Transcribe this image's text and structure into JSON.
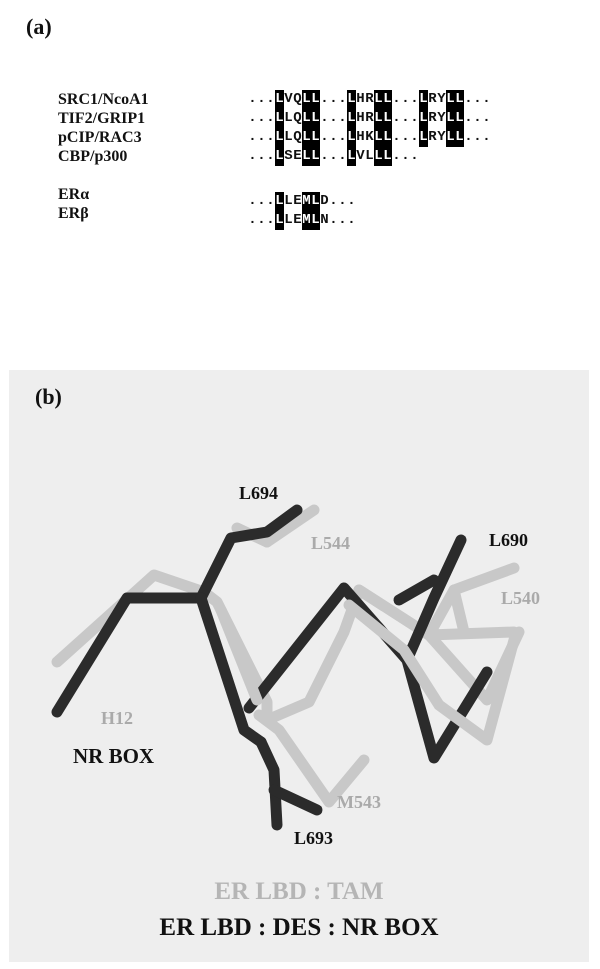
{
  "panel_a": {
    "label": "(a)",
    "rows": [
      {
        "name": "SRC1/NcoA1",
        "seq": "...LVQLL...LHRLL...LRYLL...",
        "hl": [
          3,
          6,
          7,
          11,
          14,
          15,
          19,
          22,
          23
        ]
      },
      {
        "name": "TIF2/GRIP1",
        "seq": "...LLQLL...LHRLL...LRYLL...",
        "hl": [
          3,
          6,
          7,
          11,
          14,
          15,
          19,
          22,
          23
        ]
      },
      {
        "name": "pCIP/RAC3",
        "seq": "...LLQLL...LHKLL...LRYLL...",
        "hl": [
          3,
          6,
          7,
          11,
          14,
          15,
          19,
          22,
          23
        ]
      },
      {
        "name": "CBP/p300",
        "seq": "...LSELL...LVLLL...",
        "hl": [
          3,
          6,
          7,
          11,
          14,
          15
        ]
      }
    ],
    "er_rows": [
      {
        "name": "ERα",
        "seq": "...LLEMLD...",
        "hl": [
          3,
          6,
          7
        ]
      },
      {
        "name": "ERβ",
        "seq": "...LLEMLN...",
        "hl": [
          3,
          6,
          7
        ]
      }
    ]
  },
  "panel_b": {
    "label": "(b)",
    "residues": {
      "L694": "L694",
      "L544": "L544",
      "L690": "L690",
      "L540": "L540",
      "H12": "H12",
      "NR_BOX": "NR BOX",
      "M543": "M543",
      "L693": "L693"
    },
    "legend": {
      "line1": "ER LBD : TAM",
      "line2": "ER LBD : DES : NR BOX"
    },
    "colors": {
      "dark_trace": "#2b2b2b",
      "light_trace": "#c8c8c8",
      "legend_light": "#b5b5b5"
    }
  }
}
